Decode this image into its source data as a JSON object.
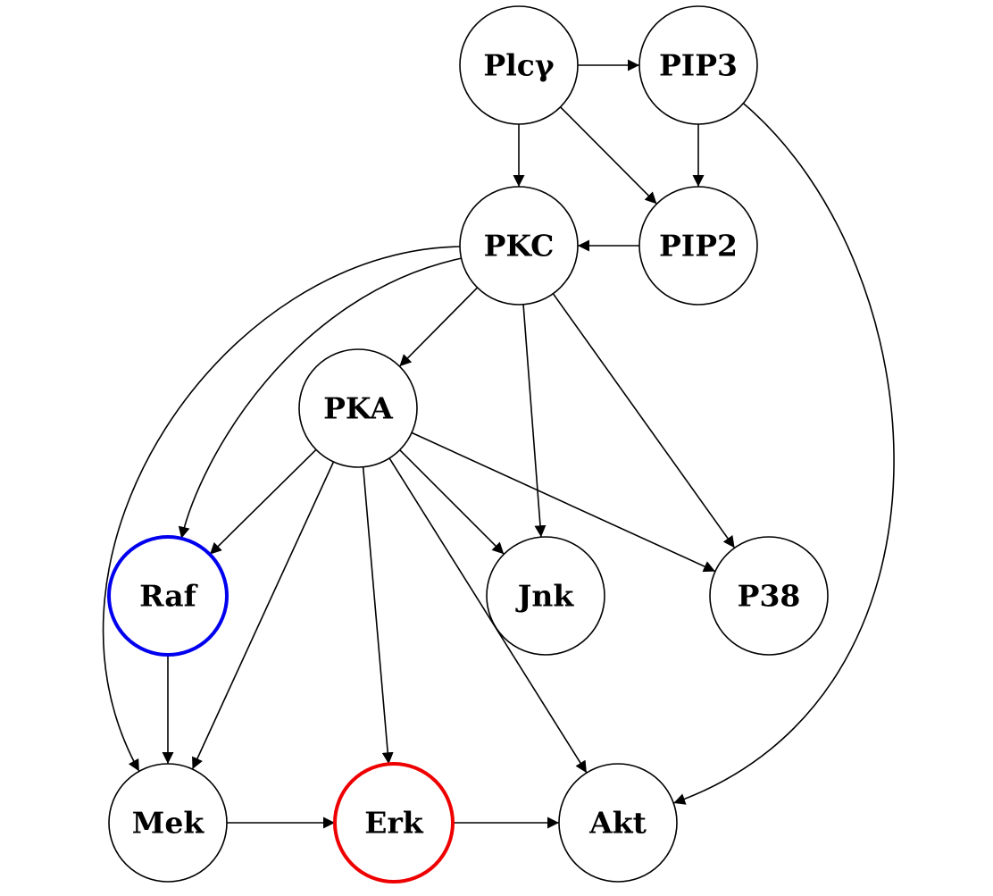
{
  "nodes": [
    {
      "id": "plcg",
      "label": "Plcγ"
    },
    {
      "id": "pip3",
      "label": "PIP3"
    },
    {
      "id": "pkc",
      "label": "PKC"
    },
    {
      "id": "pip2",
      "label": "PIP2"
    },
    {
      "id": "pka",
      "label": "PKA"
    },
    {
      "id": "raf",
      "label": "Raf",
      "highlight": "#0000ee"
    },
    {
      "id": "jnk",
      "label": "Jnk"
    },
    {
      "id": "p38",
      "label": "P38"
    },
    {
      "id": "mek",
      "label": "Mek"
    },
    {
      "id": "erk",
      "label": "Erk",
      "highlight": "#ee0000"
    },
    {
      "id": "akt",
      "label": "Akt"
    }
  ],
  "edges": [
    {
      "from": "plcg",
      "to": "pip3"
    },
    {
      "from": "plcg",
      "to": "pkc"
    },
    {
      "from": "plcg",
      "to": "pip2"
    },
    {
      "from": "pip3",
      "to": "pip2"
    },
    {
      "from": "pip3",
      "to": "akt"
    },
    {
      "from": "pip2",
      "to": "pkc"
    },
    {
      "from": "pkc",
      "to": "pka"
    },
    {
      "from": "pkc",
      "to": "jnk"
    },
    {
      "from": "pkc",
      "to": "p38"
    },
    {
      "from": "pkc",
      "to": "raf"
    },
    {
      "from": "pkc",
      "to": "mek"
    },
    {
      "from": "pka",
      "to": "raf"
    },
    {
      "from": "pka",
      "to": "mek"
    },
    {
      "from": "pka",
      "to": "erk"
    },
    {
      "from": "pka",
      "to": "akt"
    },
    {
      "from": "pka",
      "to": "jnk"
    },
    {
      "from": "pka",
      "to": "p38"
    },
    {
      "from": "raf",
      "to": "mek"
    },
    {
      "from": "mek",
      "to": "erk"
    },
    {
      "from": "erk",
      "to": "akt"
    }
  ]
}
